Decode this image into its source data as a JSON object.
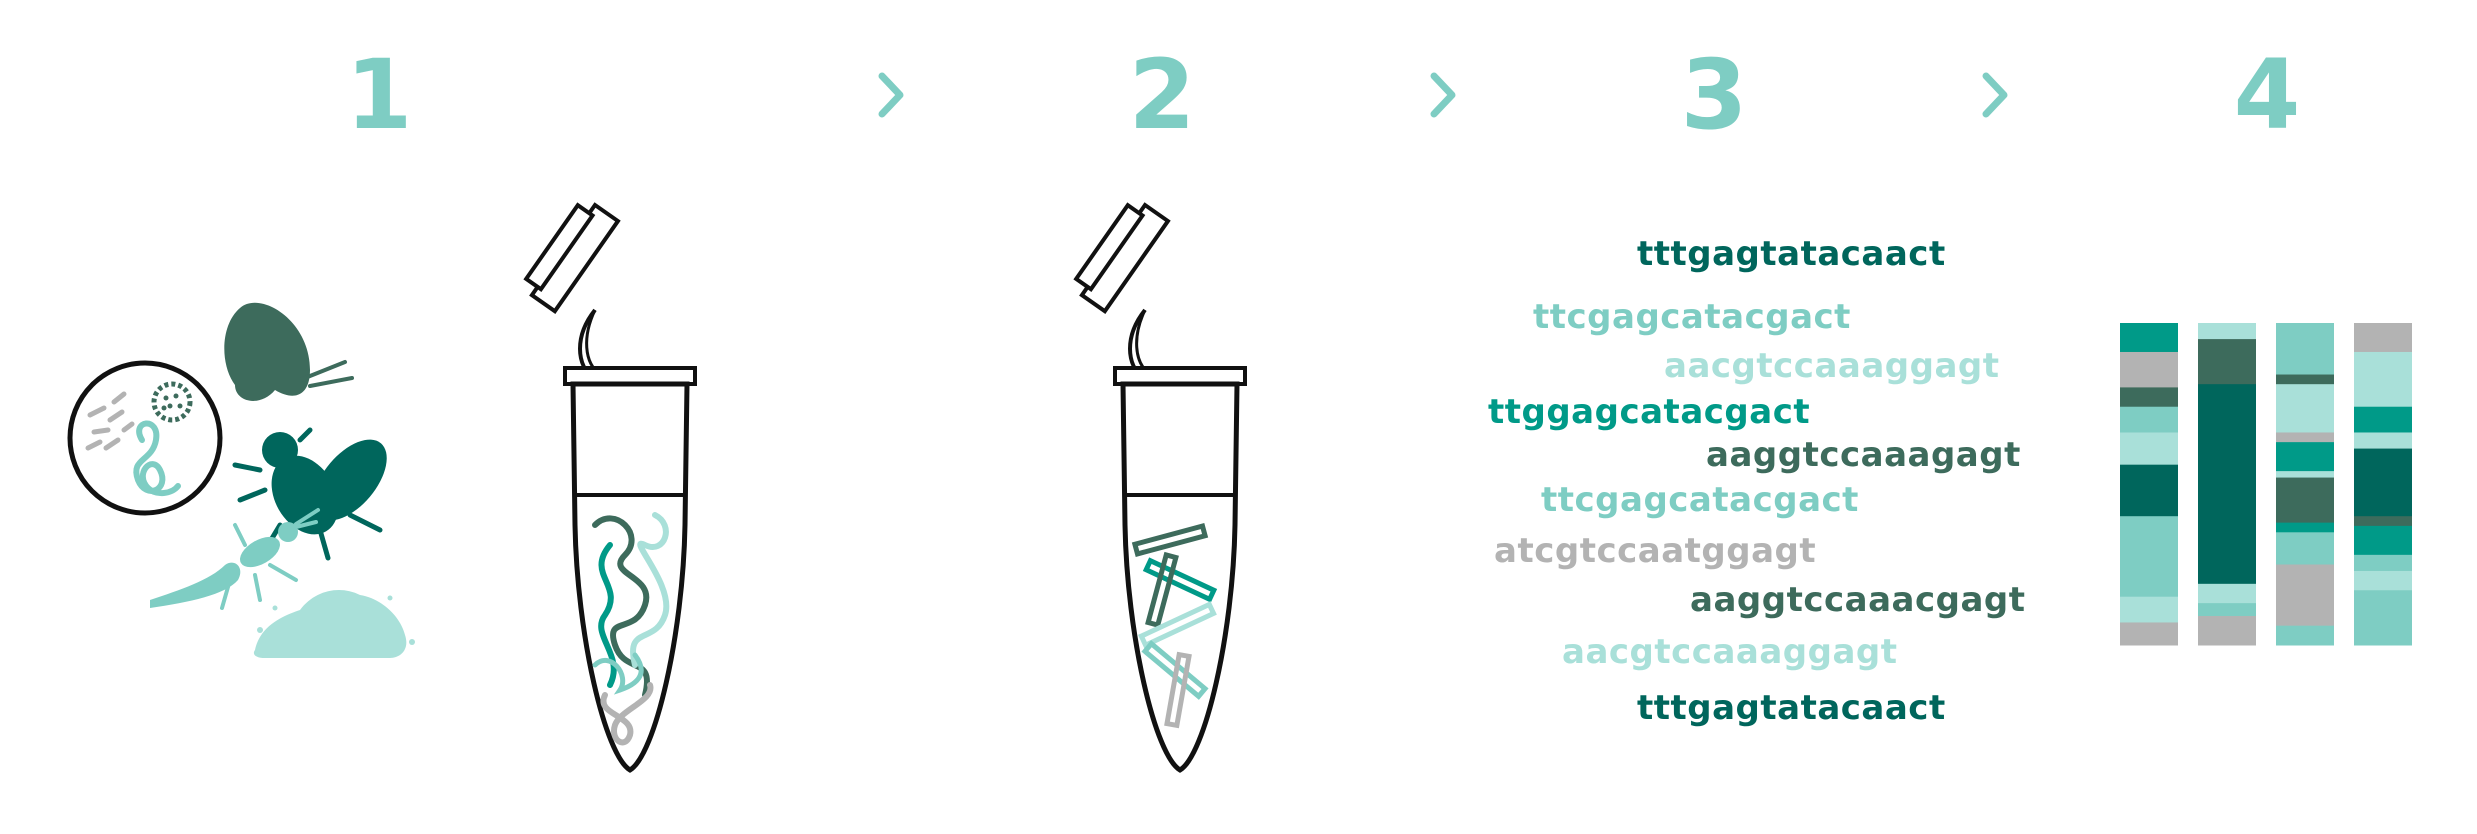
{
  "colors": {
    "accent": "#7ecdc3",
    "dark_teal": "#00665c",
    "mid_teal": "#009a88",
    "slate_green": "#3d6b5c",
    "light_teal": "#a9e0d9",
    "gray": "#b3b3b3",
    "outline": "#111111"
  },
  "steps": [
    {
      "number": "1"
    },
    {
      "number": "2"
    },
    {
      "number": "3"
    },
    {
      "number": "4"
    }
  ],
  "icons": {
    "chevron": "chevron-right-icon",
    "microbes": "microbe-circle-icon",
    "moth": "moth-icon",
    "fly": "fly-icon",
    "wasp": "wasp-icon",
    "soil": "soil-pile-icon",
    "tube_intact": "tube-with-intact-dna-icon",
    "tube_fragmented": "tube-with-fragmented-dna-icon",
    "barcode_columns": "community-barcode-icon"
  },
  "sequences": [
    {
      "text": "tttgagtatacaact",
      "color": "#00665c"
    },
    {
      "text": "ttcgagcatacgact",
      "color": "#7ecdc3"
    },
    {
      "text": "aacgtccaaaggagt",
      "color": "#a9e0d9"
    },
    {
      "text": "ttggagcatacgact",
      "color": "#009a88"
    },
    {
      "text": "aaggtccaaagagt",
      "color": "#3d6b5c"
    },
    {
      "text": "ttcgagcatacgact",
      "color": "#7ecdc3"
    },
    {
      "text": "atcgtccaatggagt",
      "color": "#b3b3b3"
    },
    {
      "text": "aaggtccaaacgagt",
      "color": "#3d6b5c"
    },
    {
      "text": "aacgtccaaaggagt",
      "color": "#a9e0d9"
    },
    {
      "text": "tttgagtatacaact",
      "color": "#00665c"
    }
  ],
  "barcode_columns": [
    {
      "segments": [
        {
          "share": 0.09,
          "color": "#009a88"
        },
        {
          "share": 0.11,
          "color": "#b3b3b3"
        },
        {
          "share": 0.06,
          "color": "#3d6b5c"
        },
        {
          "share": 0.08,
          "color": "#7ecdc3"
        },
        {
          "share": 0.1,
          "color": "#a9e0d9"
        },
        {
          "share": 0.16,
          "color": "#00665c"
        },
        {
          "share": 0.25,
          "color": "#7ecdc3"
        },
        {
          "share": 0.08,
          "color": "#a9e0d9"
        },
        {
          "share": 0.07,
          "color": "#b3b3b3"
        }
      ]
    },
    {
      "segments": [
        {
          "share": 0.05,
          "color": "#a9e0d9"
        },
        {
          "share": 0.14,
          "color": "#3d6b5c"
        },
        {
          "share": 0.62,
          "color": "#00665c"
        },
        {
          "share": 0.06,
          "color": "#a9e0d9"
        },
        {
          "share": 0.04,
          "color": "#7ecdc3"
        },
        {
          "share": 0.09,
          "color": "#b3b3b3"
        }
      ]
    },
    {
      "segments": [
        {
          "share": 0.16,
          "color": "#7ecdc3"
        },
        {
          "share": 0.03,
          "color": "#3d6b5c"
        },
        {
          "share": 0.15,
          "color": "#a9e0d9"
        },
        {
          "share": 0.03,
          "color": "#b3b3b3"
        },
        {
          "share": 0.09,
          "color": "#009a88"
        },
        {
          "share": 0.02,
          "color": "#a9e0d9"
        },
        {
          "share": 0.14,
          "color": "#3d6b5c"
        },
        {
          "share": 0.03,
          "color": "#009a88"
        },
        {
          "share": 0.1,
          "color": "#7ecdc3"
        },
        {
          "share": 0.19,
          "color": "#b3b3b3"
        },
        {
          "share": 0.06,
          "color": "#7ecdc3"
        }
      ]
    },
    {
      "segments": [
        {
          "share": 0.09,
          "color": "#b3b3b3"
        },
        {
          "share": 0.17,
          "color": "#a9e0d9"
        },
        {
          "share": 0.08,
          "color": "#009a88"
        },
        {
          "share": 0.05,
          "color": "#a9e0d9"
        },
        {
          "share": 0.21,
          "color": "#00665c"
        },
        {
          "share": 0.03,
          "color": "#3d6b5c"
        },
        {
          "share": 0.09,
          "color": "#009a88"
        },
        {
          "share": 0.05,
          "color": "#7ecdc3"
        },
        {
          "share": 0.06,
          "color": "#a9e0d9"
        },
        {
          "share": 0.17,
          "color": "#7ecdc3"
        }
      ]
    }
  ]
}
